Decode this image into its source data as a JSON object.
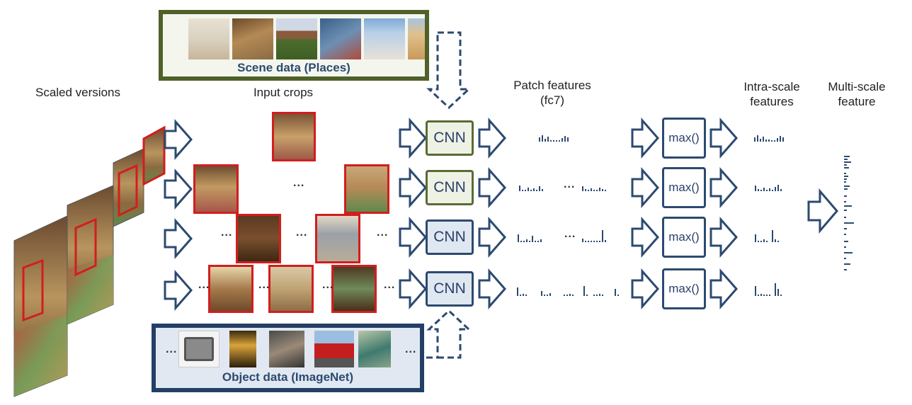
{
  "labels": {
    "scaled_versions": "Scaled versions",
    "input_crops": "Input crops",
    "patch_features": "Patch features",
    "patch_features_sub": "(fc7)",
    "intra_scale": "Intra-scale",
    "intra_scale_sub": "features",
    "multi_scale": "Multi-scale",
    "multi_scale_sub": "feature"
  },
  "scene_box": {
    "title": "Scene data (Places)"
  },
  "object_box": {
    "title": "Object data (ImageNet)",
    "ellipsis": "..."
  },
  "cnn_label": "CNN",
  "max_label": "max()",
  "ellipsis": "...",
  "colors": {
    "scene_border": "#5a6b34",
    "object_border": "#2c4a70",
    "crop_border": "#d21e1e",
    "arrow": "#2c4a70"
  },
  "icons": [
    "hotel-room-photo",
    "tv-photo",
    "lamp-photo",
    "cat-photo",
    "truck-photo",
    "bird-photo",
    "desert-photo"
  ]
}
